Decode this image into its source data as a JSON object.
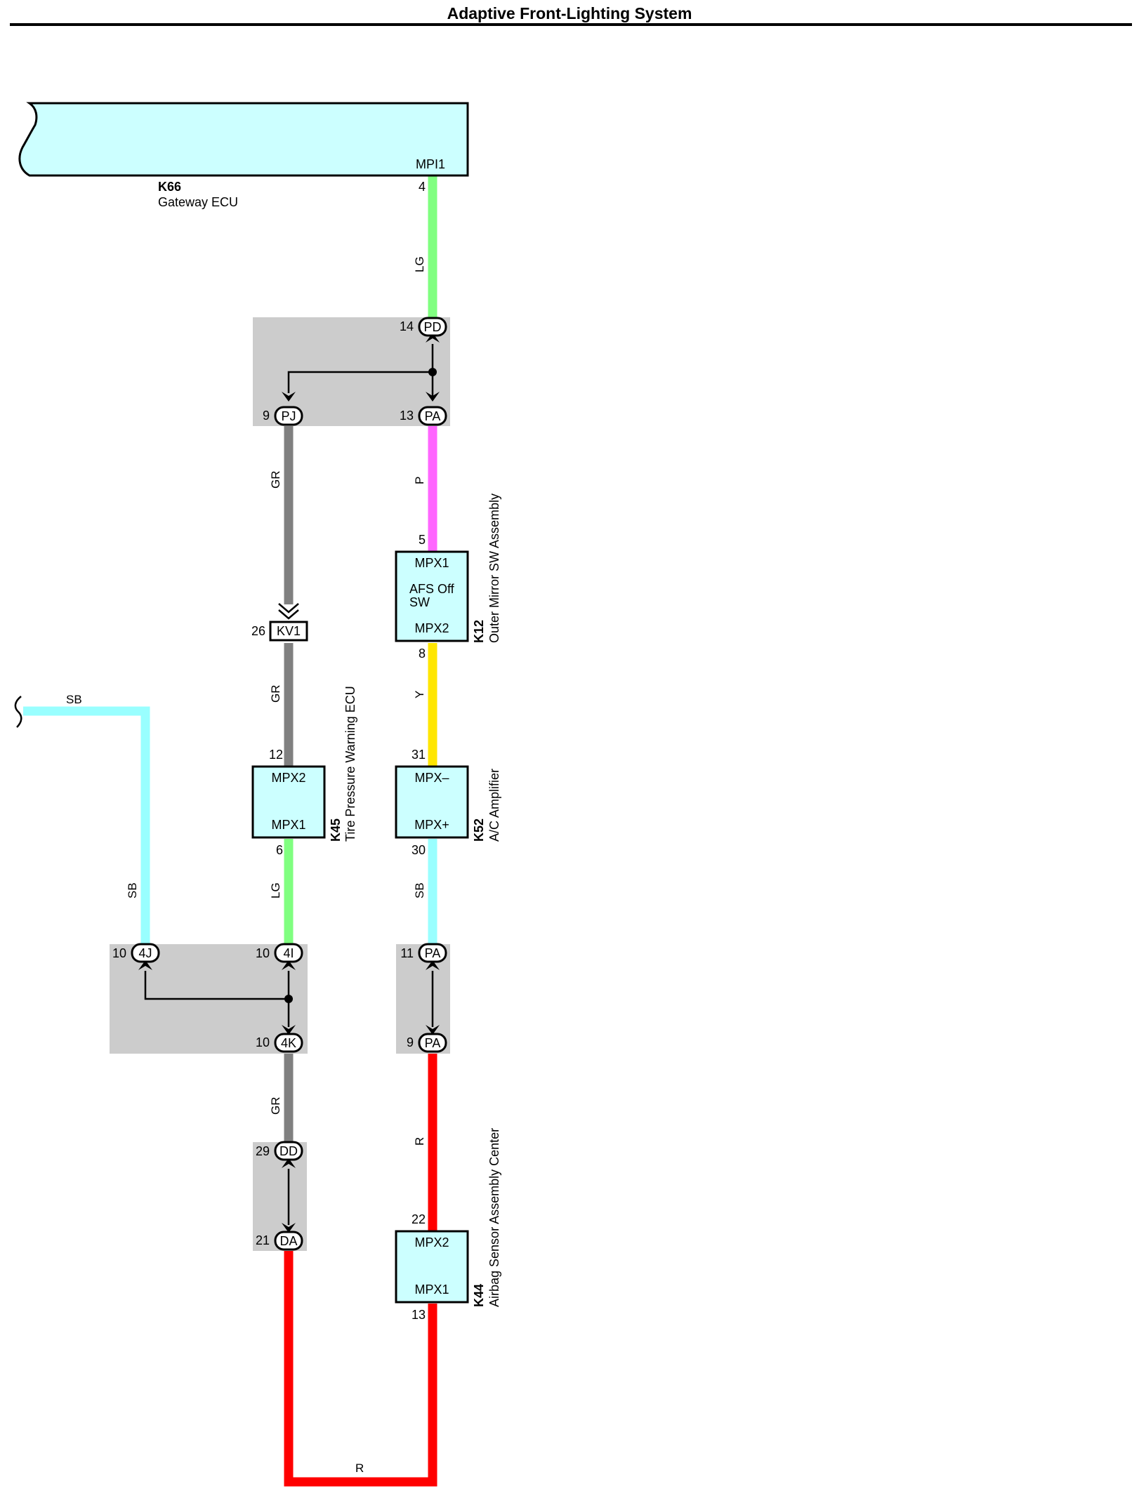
{
  "title": "Adaptive Front-Lighting System",
  "colors": {
    "LG": "#80ff80",
    "GR": "#808080",
    "P": "#ff66ff",
    "Y": "#ffe600",
    "SB": "#99ffff",
    "R": "#ff0000",
    "component_fill": "#ccffff",
    "connector_fill": "#cccccc"
  },
  "components": {
    "k66": {
      "code": "K66",
      "name": "Gateway ECU",
      "terminal": "MPI1"
    },
    "k12": {
      "code": "K12",
      "name": "Outer Mirror SW Assembly",
      "top": "MPX1",
      "inner1": "AFS Off",
      "inner2": "SW",
      "bottom": "MPX2"
    },
    "k45": {
      "code": "K45",
      "name": "Tire Pressure Warning ECU",
      "top": "MPX2",
      "bottom": "MPX1"
    },
    "k52": {
      "code": "K52",
      "name": "A/C Amplifier",
      "top": "MPX–",
      "bottom": "MPX+"
    },
    "k44": {
      "code": "K44",
      "name": "Airbag Sensor Assembly Center",
      "top": "MPX2",
      "bottom": "MPX1"
    }
  },
  "connectors": {
    "pd": {
      "name": "PD",
      "pin": "14"
    },
    "pa13": {
      "name": "PA",
      "pin": "13"
    },
    "pj": {
      "name": "PJ",
      "pin": "9"
    },
    "kv1": {
      "name": "KV1",
      "pin": "26"
    },
    "c4j": {
      "name": "4J",
      "pin": "10"
    },
    "c4i": {
      "name": "4I",
      "pin": "10"
    },
    "c4k": {
      "name": "4K",
      "pin": "10"
    },
    "pa11": {
      "name": "PA",
      "pin": "11"
    },
    "pa9": {
      "name": "PA",
      "pin": "9"
    },
    "dd": {
      "name": "DD",
      "pin": "29"
    },
    "da": {
      "name": "DA",
      "pin": "21"
    }
  },
  "pins": {
    "k66_4": "4",
    "k12_5": "5",
    "k12_8": "8",
    "k45_12": "12",
    "k45_6": "6",
    "k52_31": "31",
    "k52_30": "30",
    "k44_22": "22",
    "k44_13": "13"
  },
  "wires": {
    "lg_top": "LG",
    "gr_1": "GR",
    "p": "P",
    "gr_2": "GR",
    "y": "Y",
    "sb_top": "SB",
    "sb_left": "SB",
    "lg_2": "LG",
    "sb_right": "SB",
    "gr_3": "GR",
    "r_1": "R",
    "r_bottom": "R"
  }
}
